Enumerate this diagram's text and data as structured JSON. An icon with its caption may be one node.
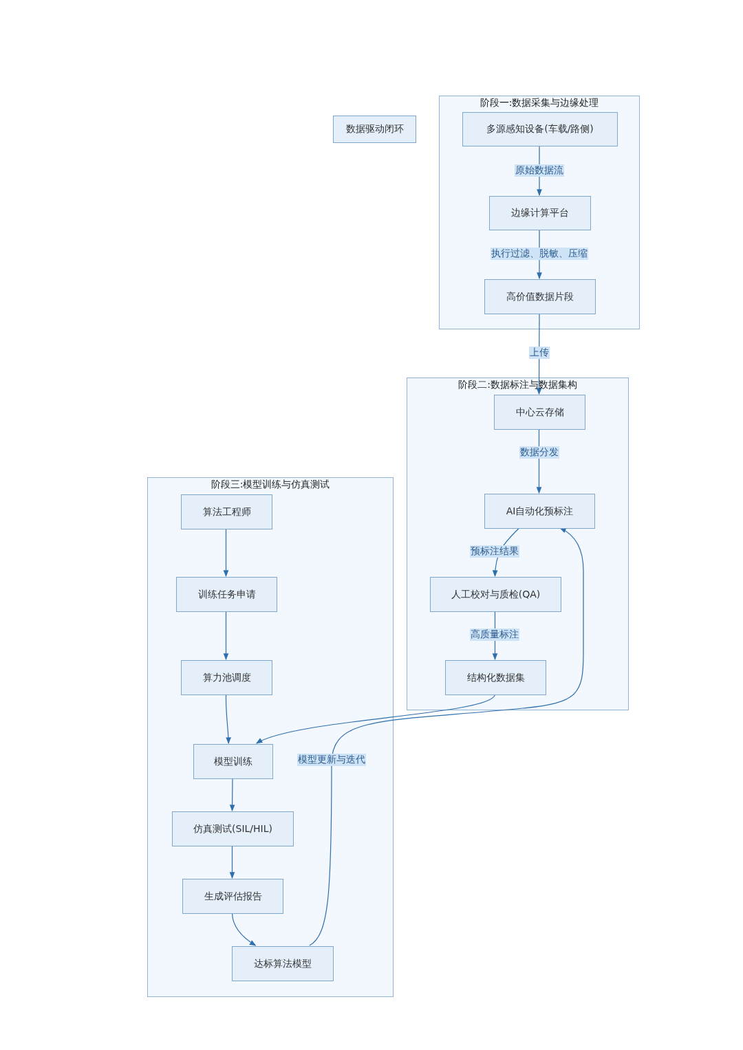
{
  "diagram": {
    "nodes": [
      {
        "text": [
          "数据驱动闭环"
        ]
      },
      {
        "text": [
          "阶段一:数据采集与边缘处理"
        ]
      },
      {
        "text": [
          "多源感知设备(车载/路侧)"
        ],
        "in": 1
      },
      {
        "text": [
          "边缘计算平台"
        ],
        "in": 1
      },
      {
        "text": [
          "高价值数据片段"
        ],
        "in": 1
      },
      {
        "text": [
          "阶段二:数据标注与数据集构"
        ]
      },
      {
        "text": [
          "中心云存储"
        ],
        "in": 5
      },
      {
        "text": [
          "AI自动化预标注"
        ],
        "in": 5
      },
      {
        "text": [
          "人工校对与质检(QA)"
        ],
        "in": 5
      },
      {
        "text": [
          "结构化数据集"
        ],
        "in": 5
      },
      {
        "text": [
          "阶段三:模型训练与仿真测试"
        ]
      },
      {
        "text": [
          "算法工程师"
        ],
        "in": 10
      },
      {
        "text": [
          "训练任务申请"
        ],
        "in": 10
      },
      {
        "text": [
          "算力池调度"
        ],
        "in": 10
      },
      {
        "text": [
          "模型训练"
        ],
        "in": 10
      },
      {
        "text": [
          "仿真测试(SIL/HIL)"
        ],
        "in": 10
      },
      {
        "text": [
          "生成评估报告"
        ],
        "in": 10
      },
      {
        "text": [
          "达标算法模型"
        ],
        "in": 10
      }
    ],
    "edges": [
      {
        "from": 2,
        "to": 3,
        "arrow": "to",
        "label": "原始数据流"
      },
      {
        "from": 3,
        "to": 4,
        "arrow": "to",
        "label": "执行过滤、脱敏、压缩"
      },
      {
        "from": 4,
        "to": 6,
        "arrow": "to",
        "label": "上传"
      },
      {
        "from": 6,
        "to": 7,
        "arrow": "to",
        "label": "数据分发"
      },
      {
        "from": 7,
        "to": 8,
        "arrow": "to",
        "label": "预标注结果"
      },
      {
        "from": 8,
        "to": 9,
        "arrow": "to",
        "label": "高质量标注"
      },
      {
        "from": 9,
        "to": 14,
        "arrow": "to"
      },
      {
        "from": 11,
        "to": 12,
        "arrow": "to"
      },
      {
        "from": 12,
        "to": 13,
        "arrow": "to"
      },
      {
        "from": 13,
        "to": 14,
        "arrow": "to"
      },
      {
        "from": 14,
        "to": 15,
        "arrow": "to"
      },
      {
        "from": 15,
        "to": 16,
        "arrow": "to"
      },
      {
        "from": 16,
        "to": 17,
        "arrow": "to"
      },
      {
        "from": 17,
        "to": 7,
        "arrow": "to",
        "label": "模型更新与迭代"
      }
    ]
  }
}
